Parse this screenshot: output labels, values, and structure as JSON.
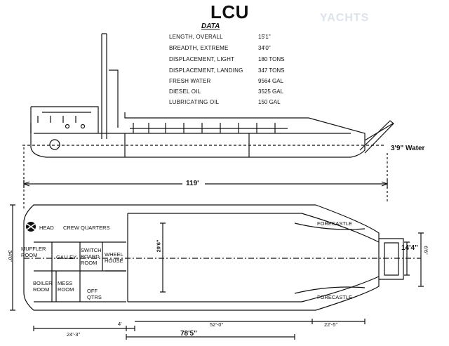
{
  "title": "LCU",
  "watermark": "YACHTS",
  "data_heading": "DATA",
  "specs": [
    {
      "label": "LENGTH, OVERALL",
      "value": "15'1\""
    },
    {
      "label": "BREADTH, EXTREME",
      "value": "34'0\""
    },
    {
      "label": "DISPLACEMENT, LIGHT",
      "value": "180 TONS"
    },
    {
      "label": "DISPLACEMENT, LANDING",
      "value": "347 TONS"
    },
    {
      "label": "FRESH WATER",
      "value": "9564 GAL"
    },
    {
      "label": "DIESEL OIL",
      "value": "3525 GAL"
    },
    {
      "label": "LUBRICATING OIL",
      "value": "150 GAL"
    }
  ],
  "dimensions": {
    "length": "119'",
    "water": "3'9\" Water",
    "beam": "34'0\"",
    "deck_width": "29'6\"",
    "ramp_width": "14'4\"",
    "ramp_small": "6'6\"",
    "aft_section": "24'-3\"",
    "overall_plan": "78'5\"",
    "mid_section": "52'-0\"",
    "fwd_section": "22'-5\"",
    "small_offset": "4'"
  },
  "rooms": {
    "head": "HEAD",
    "crew": "CREW QUARTERS",
    "muffler": "MUFFLER ROOM",
    "galley": "GALLEY",
    "switchboard": "SWITCH BOARD ROOM",
    "wheelhouse": "WHEEL HOUSE",
    "boiler": "BOILER ROOM",
    "mess": "MESS ROOM",
    "office": "OFF QTRS",
    "forecastle_top": "FORECASTLE",
    "forecastle_bottom": "FORECASTLE"
  },
  "colors": {
    "ink": "#111111",
    "paper": "#ffffff",
    "watermark": "#dde3ea"
  }
}
